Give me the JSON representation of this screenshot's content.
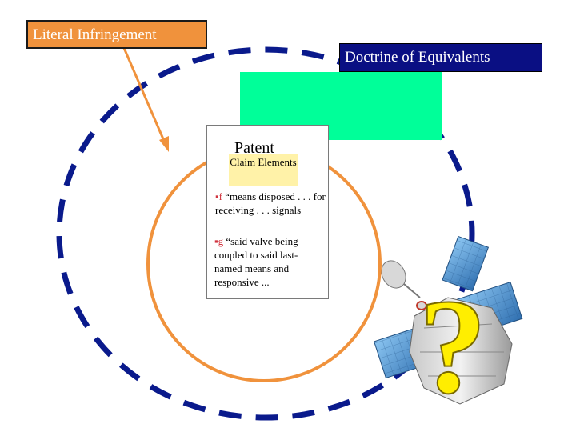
{
  "labels": {
    "literal_infringement": "Literal Infringement",
    "doctrine_of_equivalents": "Doctrine of Equivalents"
  },
  "patent": {
    "title": "Patent",
    "claim_elements": "Claim Elements",
    "items": [
      {
        "bullet": "▪f",
        "text": " “means disposed . . . for receiving . . . signals"
      },
      {
        "bullet": "▪g",
        "text": " “said valve being coupled to said last-named means and responsive ..."
      }
    ]
  },
  "question_mark": "?",
  "colors": {
    "outer_dashes": "#0a1a8c",
    "inner_circle": "#f0923c",
    "green_block": "#00ff99",
    "label_orange": "#f0923c",
    "label_blue": "#0a0f83",
    "claim_box": "#fff2a8",
    "question_mark": "#ffee00",
    "solar_panel": "#4a93d0"
  },
  "icons": [
    "arrow-icon",
    "satellite-icon"
  ]
}
